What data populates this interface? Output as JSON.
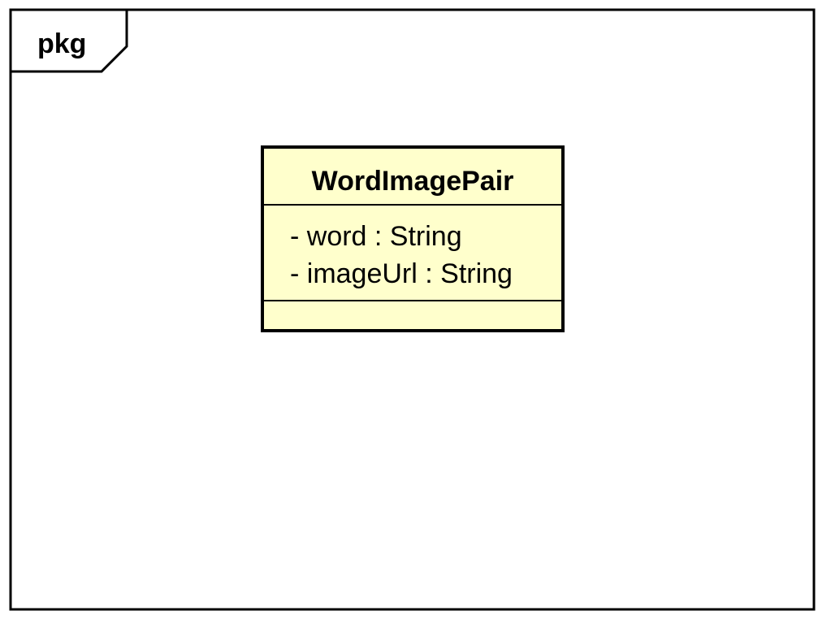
{
  "package": {
    "label": "pkg"
  },
  "class": {
    "name": "WordImagePair",
    "attributes": [
      "- word : String",
      "- imageUrl : String"
    ],
    "operations": []
  },
  "colors": {
    "class_fill": "#ffffcc",
    "stroke": "#000000",
    "background": "#ffffff"
  }
}
